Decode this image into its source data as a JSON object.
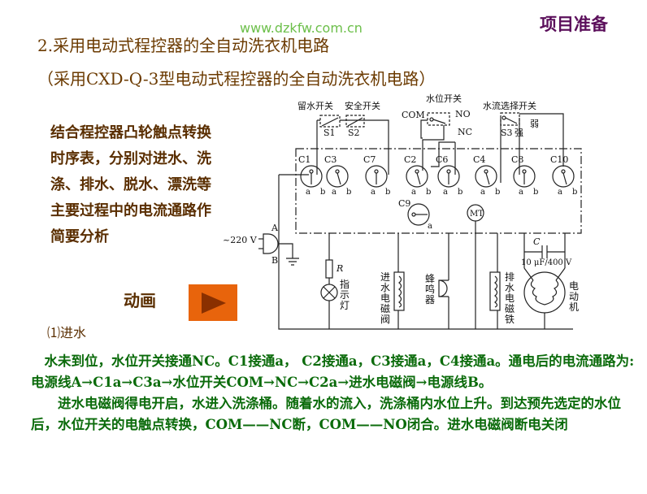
{
  "watermark": "www.dzkfw.com.cn",
  "section_label": "项目准备",
  "title": "2.采用电动式程控器的全自动洗衣机电路",
  "subtitle": "（采用CXD-Q-3型电动式程控器的全自动洗衣机电路）",
  "description": "结合程控器凸轮触点转换时序表，分别对进水、洗涤、排水、脱水、漂洗等主要过程中的电流通路作简要分析",
  "animation_label": "动画",
  "play_icon": "play-icon",
  "step_label": "⑴进水",
  "body": [
    "　水未到位，水位开关接通NC。C1接通a， C2接通a，C3接通a，C4接通a。通电后的电流通路为: 电源线A→C1a→C3a→水位开关COM→NC→C2a→进水电磁阀→电源线B。",
    "　　进水电磁阀得电开启，水进入洗涤桶。随着水的流入，洗涤桶内水位上升。到达预先选定的水位后，水位开关的电触点转换，COM——NC断，COM——NO闭合。进水电磁阀断电关闭"
  ],
  "diagram": {
    "switch_labels": {
      "s1_name": "留水开关",
      "s2_name": "安全开关",
      "water_level": "水位开关",
      "flow_select": "水流选择开关"
    },
    "switches": {
      "s1": "S1",
      "s2": "S2",
      "s3": "S3",
      "strong": "强",
      "weak": "弱",
      "com": "COM",
      "no": "NO",
      "nc": "NC"
    },
    "cams": [
      "C1",
      "C3",
      "C7",
      "C2",
      "C6",
      "C4",
      "C8",
      "C10"
    ],
    "cam9": "C9",
    "contact_a": "a",
    "contact_b": "b",
    "motor_timer": "MT",
    "power": "~220 V",
    "plug_a": "A",
    "plug_b": "B",
    "resistor": "R",
    "lamp": "指示灯",
    "inlet_valve": "进水电磁阀",
    "buzzer": "蜂鸣器",
    "drain_magnet": "排水电磁铁",
    "motor": "电动机",
    "capacitor": "C",
    "capacitor_value": "10 μF/400 V"
  }
}
